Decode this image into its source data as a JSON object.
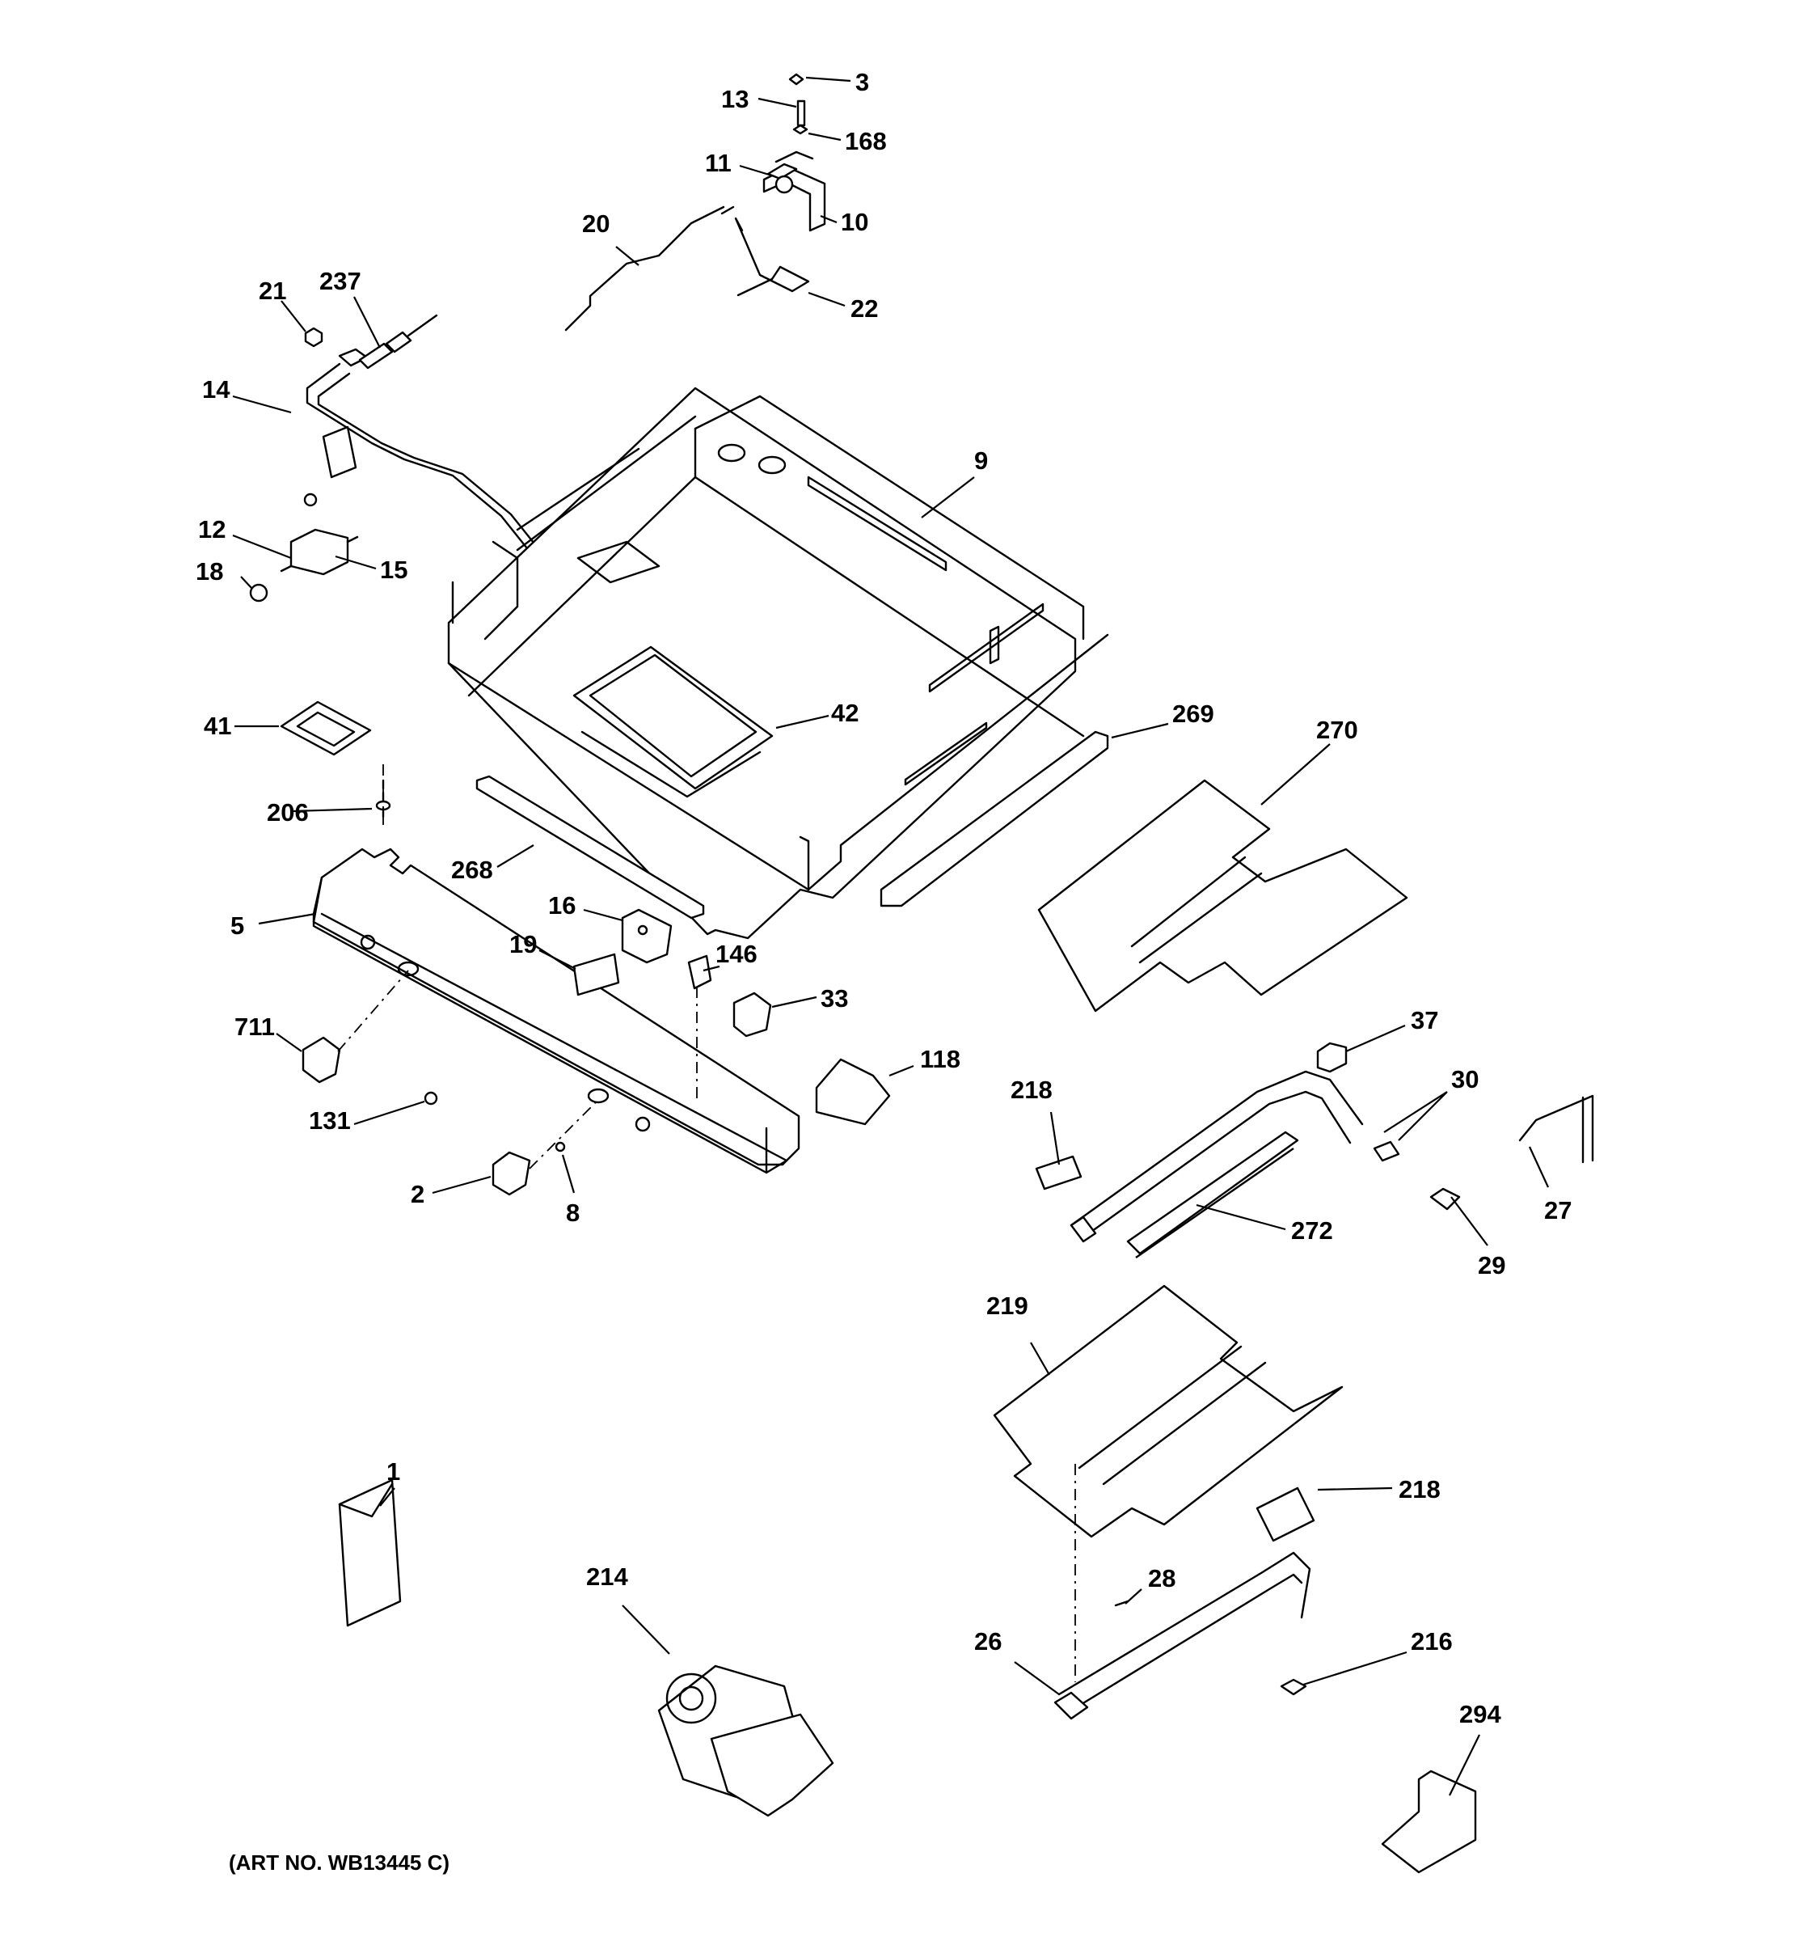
{
  "art_number": "(ART NO. WB13445 C)",
  "callouts": [
    {
      "id": "c3",
      "text": "3"
    },
    {
      "id": "c13",
      "text": "13"
    },
    {
      "id": "c168",
      "text": "168"
    },
    {
      "id": "c11",
      "text": "11"
    },
    {
      "id": "c10",
      "text": "10"
    },
    {
      "id": "c20",
      "text": "20"
    },
    {
      "id": "c22",
      "text": "22"
    },
    {
      "id": "c21",
      "text": "21"
    },
    {
      "id": "c237",
      "text": "237"
    },
    {
      "id": "c14",
      "text": "14"
    },
    {
      "id": "c9",
      "text": "9"
    },
    {
      "id": "c12",
      "text": "12"
    },
    {
      "id": "c15",
      "text": "15"
    },
    {
      "id": "c18",
      "text": "18"
    },
    {
      "id": "c41",
      "text": "41"
    },
    {
      "id": "c42",
      "text": "42"
    },
    {
      "id": "c269",
      "text": "269"
    },
    {
      "id": "c270",
      "text": "270"
    },
    {
      "id": "c206",
      "text": "206"
    },
    {
      "id": "c268",
      "text": "268"
    },
    {
      "id": "c5",
      "text": "5"
    },
    {
      "id": "c16",
      "text": "16"
    },
    {
      "id": "c19",
      "text": "19"
    },
    {
      "id": "c146",
      "text": "146"
    },
    {
      "id": "c33",
      "text": "33"
    },
    {
      "id": "c711",
      "text": "711"
    },
    {
      "id": "c37",
      "text": "37"
    },
    {
      "id": "c118",
      "text": "118"
    },
    {
      "id": "c218a",
      "text": "218"
    },
    {
      "id": "c30",
      "text": "30"
    },
    {
      "id": "c131",
      "text": "131"
    },
    {
      "id": "c27",
      "text": "27"
    },
    {
      "id": "c2",
      "text": "2"
    },
    {
      "id": "c8",
      "text": "8"
    },
    {
      "id": "c272",
      "text": "272"
    },
    {
      "id": "c29",
      "text": "29"
    },
    {
      "id": "c219",
      "text": "219"
    },
    {
      "id": "c218b",
      "text": "218"
    },
    {
      "id": "c1",
      "text": "1"
    },
    {
      "id": "c214",
      "text": "214"
    },
    {
      "id": "c28",
      "text": "28"
    },
    {
      "id": "c26",
      "text": "26"
    },
    {
      "id": "c216",
      "text": "216"
    },
    {
      "id": "c294",
      "text": "294"
    }
  ]
}
